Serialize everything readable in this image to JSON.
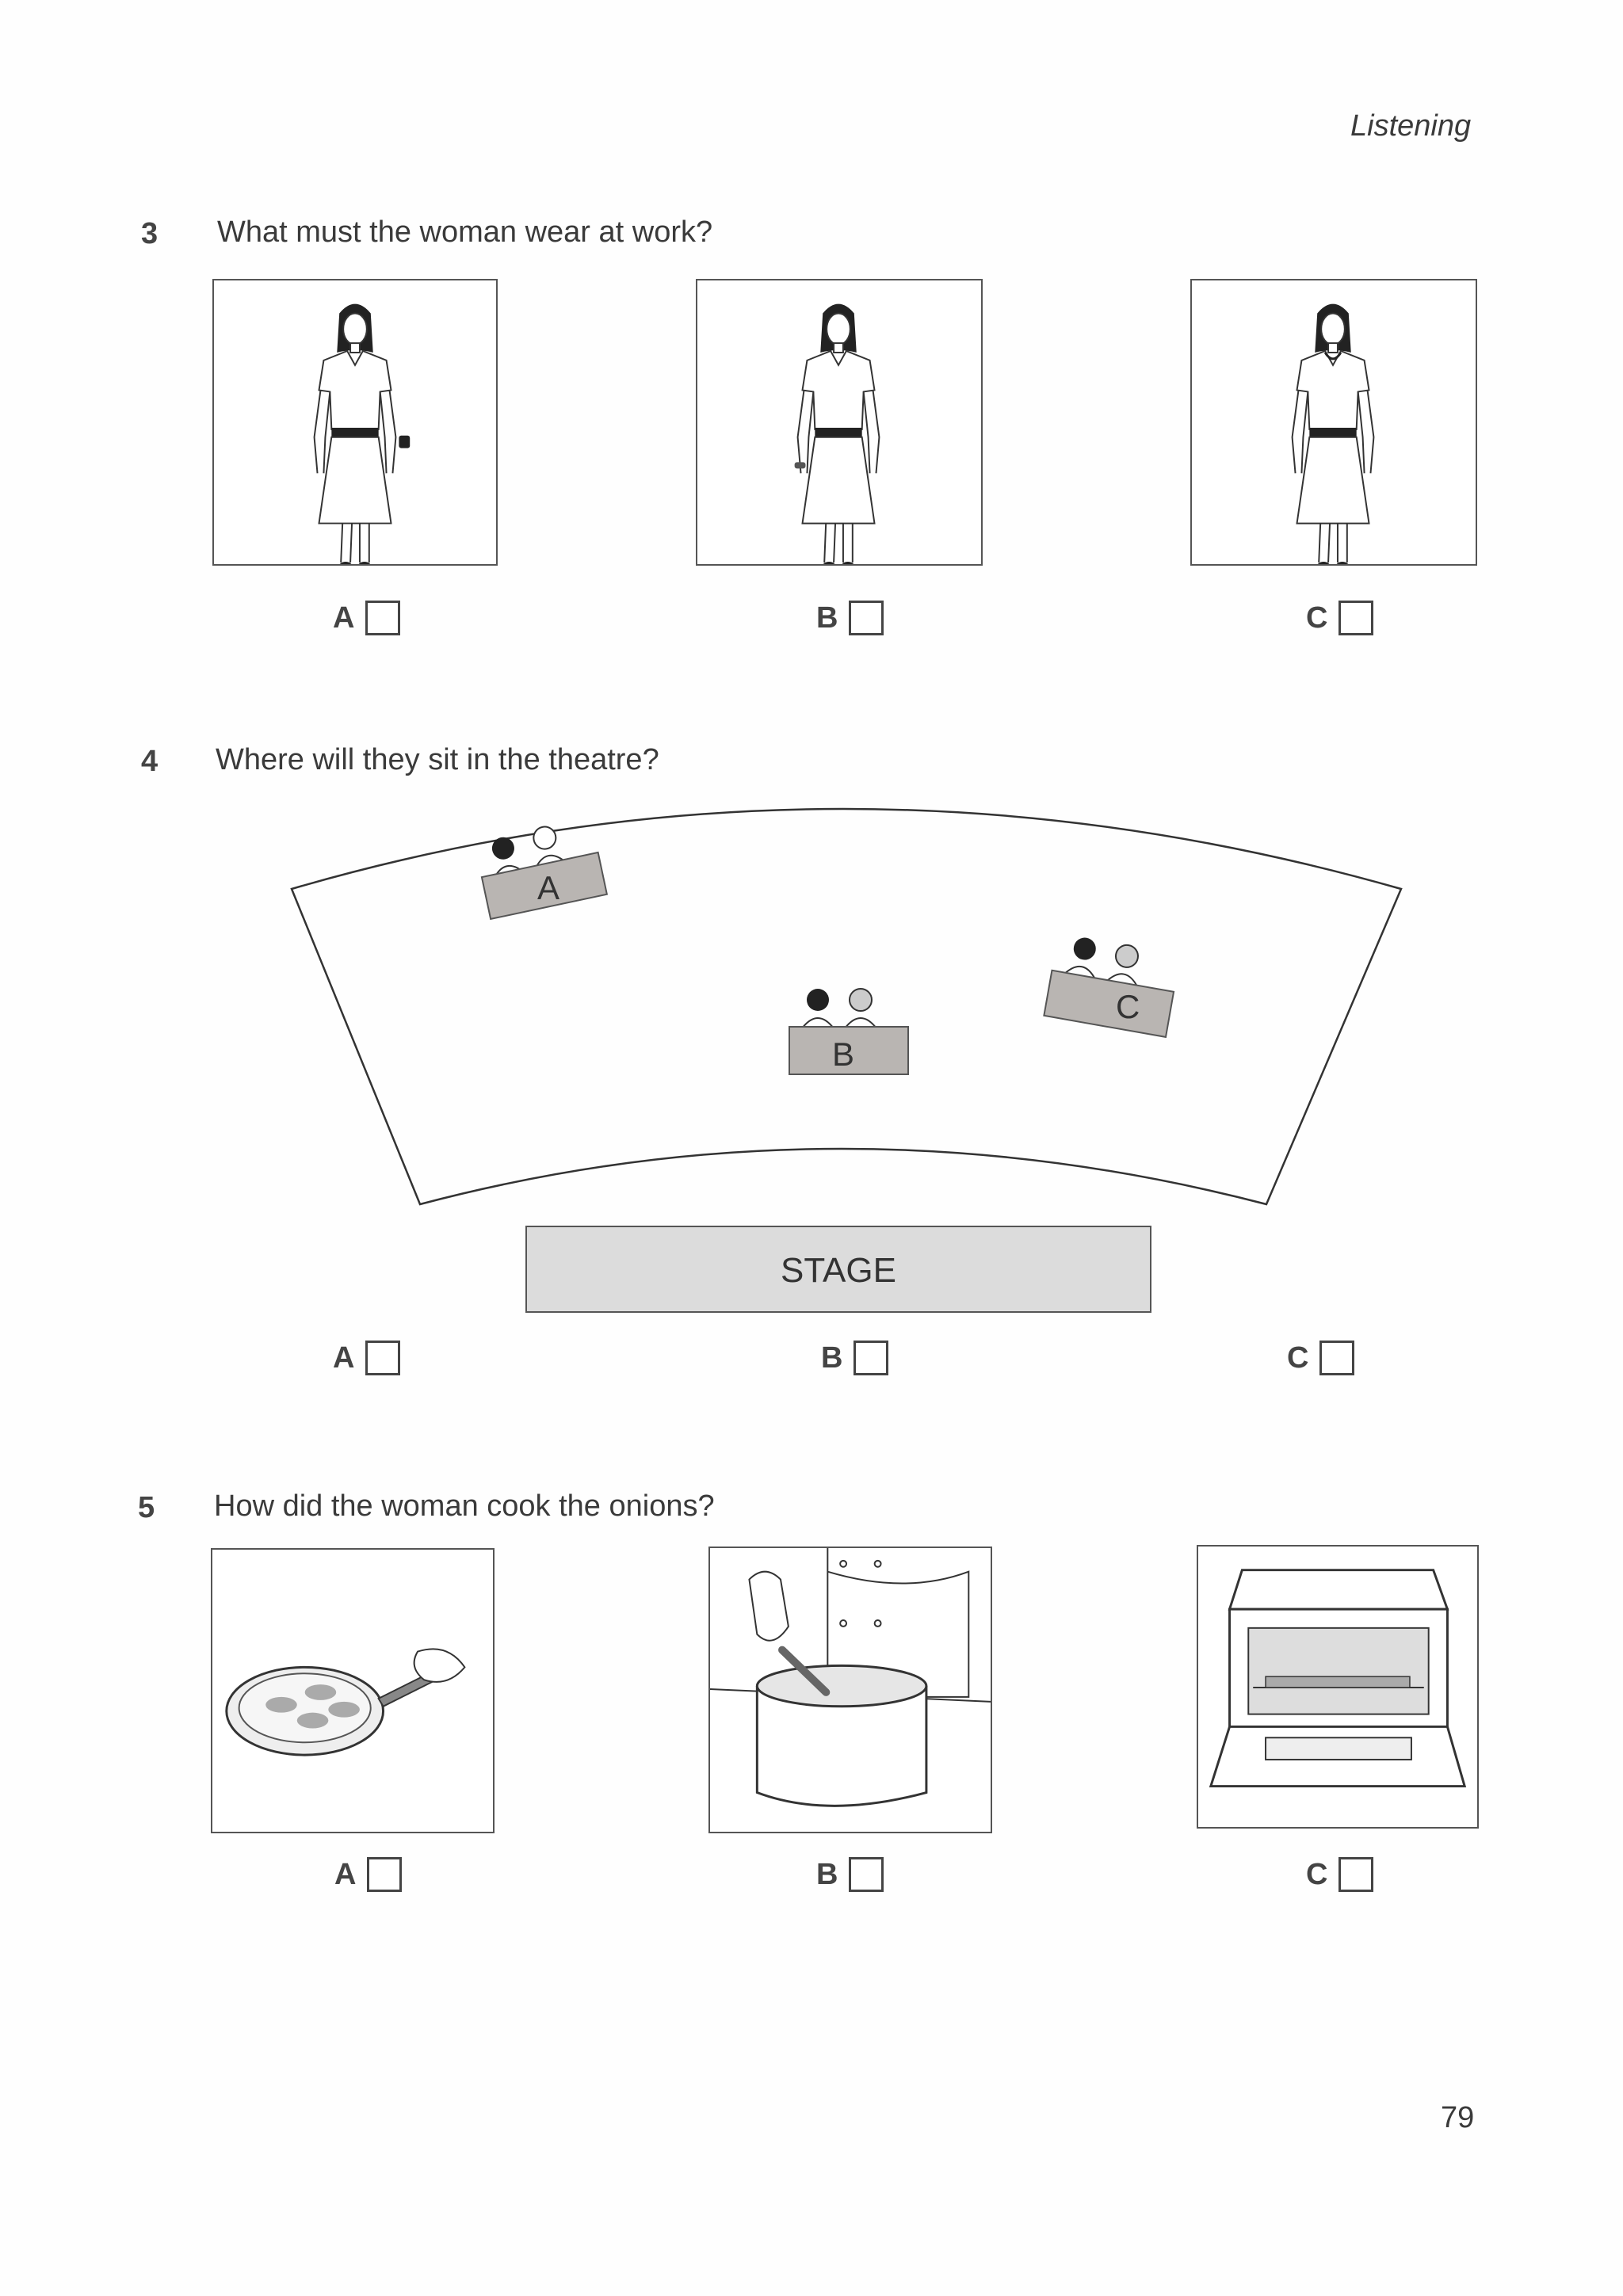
{
  "header": {
    "section": "Listening"
  },
  "questions": [
    {
      "number": "3",
      "text": "What must the woman wear at work?",
      "options": [
        "A",
        "B",
        "C"
      ],
      "images": [
        "woman-with-watch",
        "woman-with-bracelet",
        "woman-with-necklace"
      ]
    },
    {
      "number": "4",
      "text": "Where will they sit in the theatre?",
      "options": [
        "A",
        "B",
        "C"
      ],
      "seat_labels": [
        "A",
        "B",
        "C"
      ],
      "stage_label": "STAGE"
    },
    {
      "number": "5",
      "text": "How did the woman cook the onions?",
      "options": [
        "A",
        "B",
        "C"
      ],
      "images": [
        "frying-pan",
        "saucepan",
        "oven"
      ]
    }
  ],
  "footer": {
    "page_number": "79"
  }
}
